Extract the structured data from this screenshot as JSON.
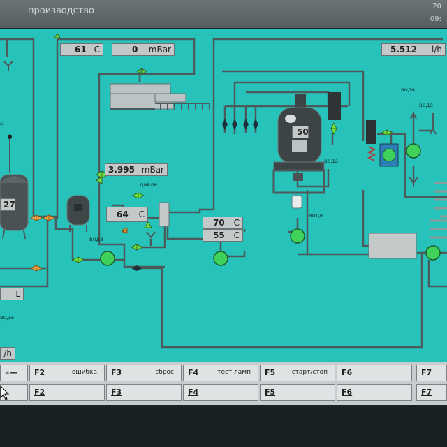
{
  "window": {
    "title": "производство",
    "date_fragment": "20",
    "time_fragment": "09:"
  },
  "readouts": {
    "temp_top": {
      "value": "61",
      "unit": "C"
    },
    "pressure_top": {
      "value": "0",
      "unit": "mBar"
    },
    "flow_top": {
      "value": "5.512",
      "unit": "l/h"
    },
    "pressure_mid": {
      "value": "3.995",
      "unit": "mBar"
    },
    "temp_hx": {
      "value": "64",
      "unit": "C"
    },
    "temp_pair_1": {
      "value": "70",
      "unit": "C"
    },
    "temp_pair_2": {
      "value": "55",
      "unit": "C"
    },
    "tank_left_level": "27",
    "vessel_level": "50",
    "volume_left": {
      "value": "",
      "unit": "L"
    },
    "flow_left": {
      "unit": "/h"
    }
  },
  "labels": {
    "voda_1": "вода",
    "voda_2": "вода",
    "voda_3": "вода",
    "voda_4": "вода",
    "voda_5": "вода",
    "voda_6": "вода",
    "davlenie": "давле",
    "side_p": "р"
  },
  "function_keys": {
    "row1": [
      {
        "key": "«—",
        "text": ""
      },
      {
        "key": "F2",
        "text": "ошибка"
      },
      {
        "key": "F3",
        "text": "сброс"
      },
      {
        "key": "F4",
        "text": "тест ламп"
      },
      {
        "key": "F5",
        "text": "старт/стоп"
      },
      {
        "key": "F6",
        "text": ""
      },
      {
        "key": "F7",
        "text": ""
      }
    ],
    "row2": [
      {
        "key": "",
        "text": ""
      },
      {
        "key": "F2",
        "text": ""
      },
      {
        "key": "F3",
        "text": ""
      },
      {
        "key": "F4",
        "text": ""
      },
      {
        "key": "F5",
        "text": ""
      },
      {
        "key": "F6",
        "text": ""
      },
      {
        "key": "F7",
        "text": ""
      }
    ]
  },
  "colors": {
    "mimic_bg": "#27c2b9",
    "pump_green": "#3fd25a",
    "pipe": "#4d5a5c",
    "valve_green": "#6ede3a",
    "valve_orange": "#f0a040"
  }
}
